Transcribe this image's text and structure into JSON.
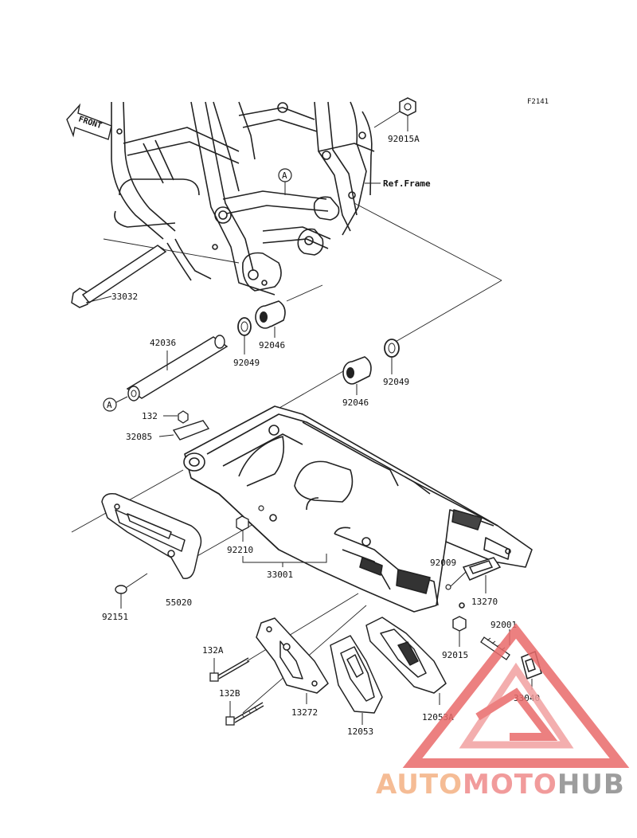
{
  "diagram": {
    "code": "F2141",
    "front_label": "FRONT",
    "ref_label": "Ref.Frame",
    "callout_letter": "A",
    "parts": {
      "p92015A": "92015A",
      "p33032": "33032",
      "p42036": "42036",
      "p92049a": "92049",
      "p92046a": "92046",
      "p92049b": "92049",
      "p92046b": "92046",
      "p132": "132",
      "p32085": "32085",
      "p92210": "92210",
      "p33001": "33001",
      "p92151": "92151",
      "p55020": "55020",
      "p92009": "92009",
      "p13270": "13270",
      "p92001": "92001",
      "p92015": "92015",
      "p132A": "132A",
      "p132B": "132B",
      "p13272": "13272",
      "p12053": "12053",
      "p12053A": "12053A",
      "p33040": "33040"
    }
  },
  "watermark": {
    "part1": "AUTO",
    "part2": "MOTO",
    "part3": "HUB",
    "color1": "#f4b183",
    "color2": "#ef8a8a",
    "color3": "#8c8c8c",
    "logo_color": "#e96a6a"
  }
}
